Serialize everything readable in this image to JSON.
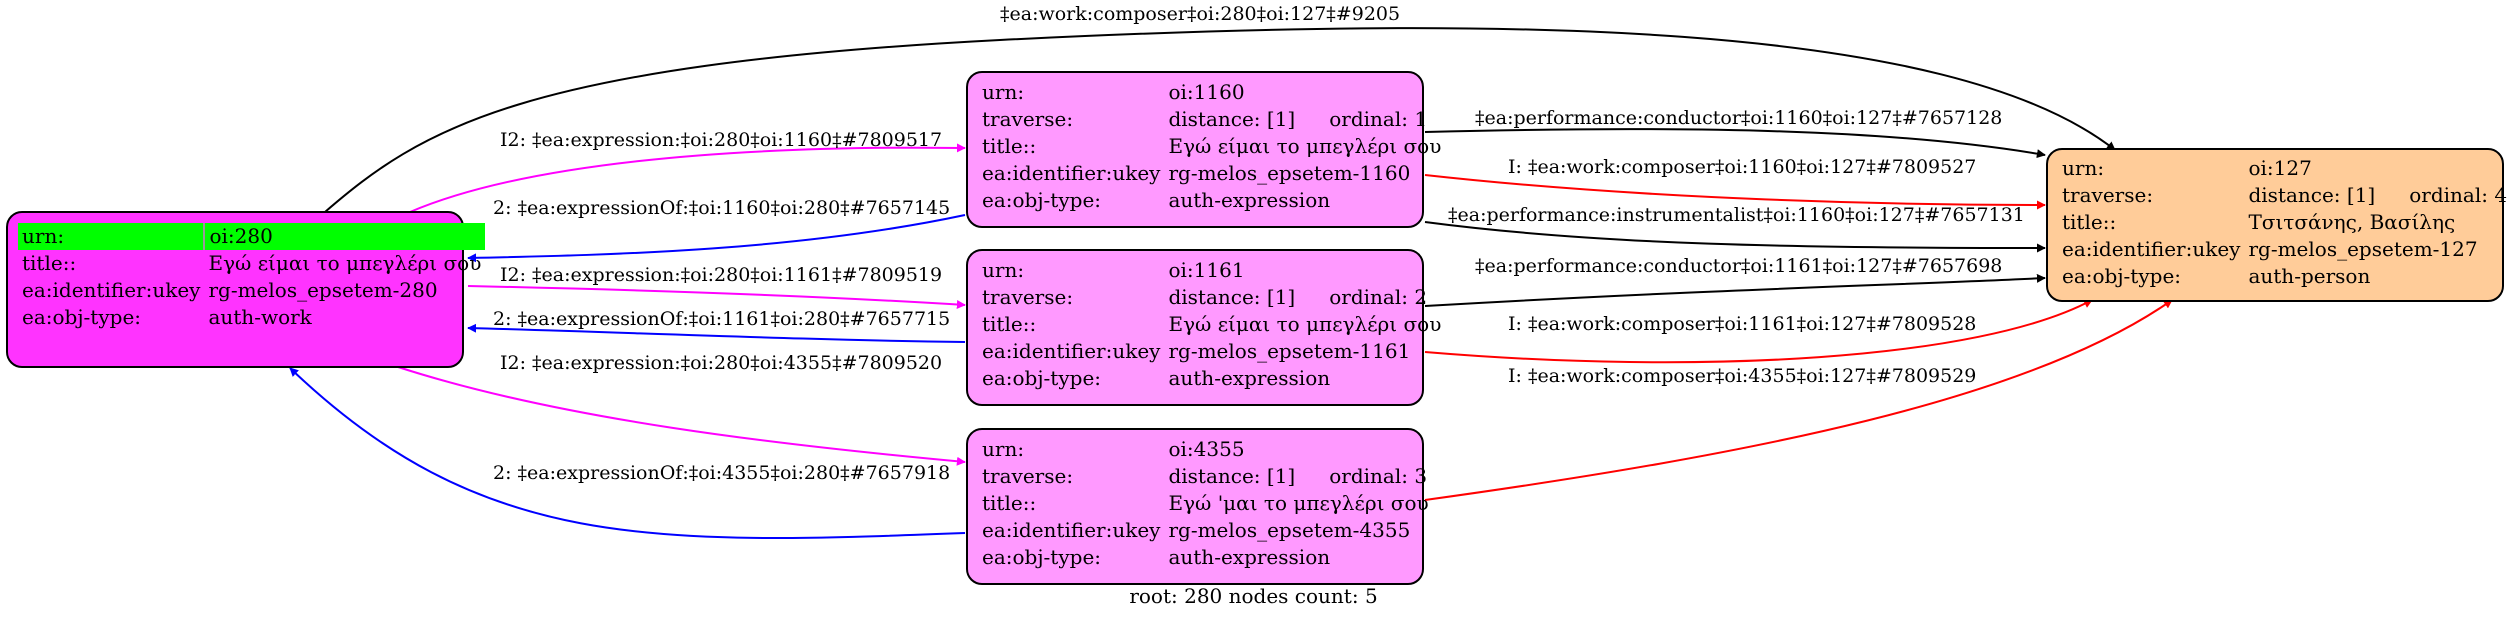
{
  "nodes": {
    "work280": {
      "urn_key": "urn:",
      "urn_val": "oi:280",
      "title_key": "title::",
      "title_val": "Εγώ είμαι το μπεγλέρι σου",
      "ukey_key": "ea:identifier:ukey",
      "ukey_val": "rg-melos_epsetem-280",
      "type_key": "ea:obj-type:",
      "type_val": "auth-work"
    },
    "expr1160": {
      "urn_key": "urn:",
      "urn_val": "oi:1160",
      "trav_key": "traverse:",
      "distance": "distance: [1]",
      "ordinal": "ordinal: 1",
      "title_key": "title::",
      "title_val": "Εγώ είμαι το μπεγλέρι σου",
      "ukey_key": "ea:identifier:ukey",
      "ukey_val": "rg-melos_epsetem-1160",
      "type_key": "ea:obj-type:",
      "type_val": "auth-expression"
    },
    "expr1161": {
      "urn_key": "urn:",
      "urn_val": "oi:1161",
      "trav_key": "traverse:",
      "distance": "distance: [1]",
      "ordinal": "ordinal: 2",
      "title_key": "title::",
      "title_val": "Εγώ είμαι το μπεγλέρι σου",
      "ukey_key": "ea:identifier:ukey",
      "ukey_val": "rg-melos_epsetem-1161",
      "type_key": "ea:obj-type:",
      "type_val": "auth-expression"
    },
    "expr4355": {
      "urn_key": "urn:",
      "urn_val": "oi:4355",
      "trav_key": "traverse:",
      "distance": "distance: [1]",
      "ordinal": "ordinal: 3",
      "title_key": "title::",
      "title_val": "Εγώ 'μαι το μπεγλέρι σου",
      "ukey_key": "ea:identifier:ukey",
      "ukey_val": "rg-melos_epsetem-4355",
      "type_key": "ea:obj-type:",
      "type_val": "auth-expression"
    },
    "person127": {
      "urn_key": "urn:",
      "urn_val": "oi:127",
      "trav_key": "traverse:",
      "distance": "distance: [1]",
      "ordinal": "ordinal: 4",
      "title_key": "title::",
      "title_val": "Τσιτσάνης, Βασίλης",
      "ukey_key": "ea:identifier:ukey",
      "ukey_val": "rg-melos_epsetem-127",
      "type_key": "ea:obj-type:",
      "type_val": "auth-person"
    }
  },
  "edges": {
    "top_composer": "‡ea:work:composer‡oi:280‡oi:127‡#9205",
    "expr_1160": "I2: ‡ea:expression:‡oi:280‡oi:1160‡#7809517",
    "exprof_1160": "2: ‡ea:expressionOf:‡oi:1160‡oi:280‡#7657145",
    "expr_1161": "I2: ‡ea:expression:‡oi:280‡oi:1161‡#7809519",
    "exprof_1161": "2: ‡ea:expressionOf:‡oi:1161‡oi:280‡#7657715",
    "expr_4355": "I2: ‡ea:expression:‡oi:280‡oi:4355‡#7809520",
    "exprof_4355": "2: ‡ea:expressionOf:‡oi:4355‡oi:280‡#7657918",
    "conductor_1160": "‡ea:performance:conductor‡oi:1160‡oi:127‡#7657128",
    "composer_1160": "I: ‡ea:work:composer‡oi:1160‡oi:127‡#7809527",
    "instrumentalist_1160": "‡ea:performance:instrumentalist‡oi:1160‡oi:127‡#7657131",
    "conductor_1161": "‡ea:performance:conductor‡oi:1161‡oi:127‡#7657698",
    "composer_1161": "I: ‡ea:work:composer‡oi:1161‡oi:127‡#7809528",
    "composer_4355": "I: ‡ea:work:composer‡oi:4355‡oi:127‡#7809529"
  },
  "colors": {
    "work": "#ff33ff",
    "expression": "#ff99ff",
    "person": "#ffcc99",
    "highlight": "#00ff00",
    "edge_expression": "#ff00ff",
    "edge_expressionOf": "#0000ff",
    "edge_composer": "#ff0000",
    "edge_default": "#000000"
  },
  "footer": "root: 280 nodes count: 5"
}
